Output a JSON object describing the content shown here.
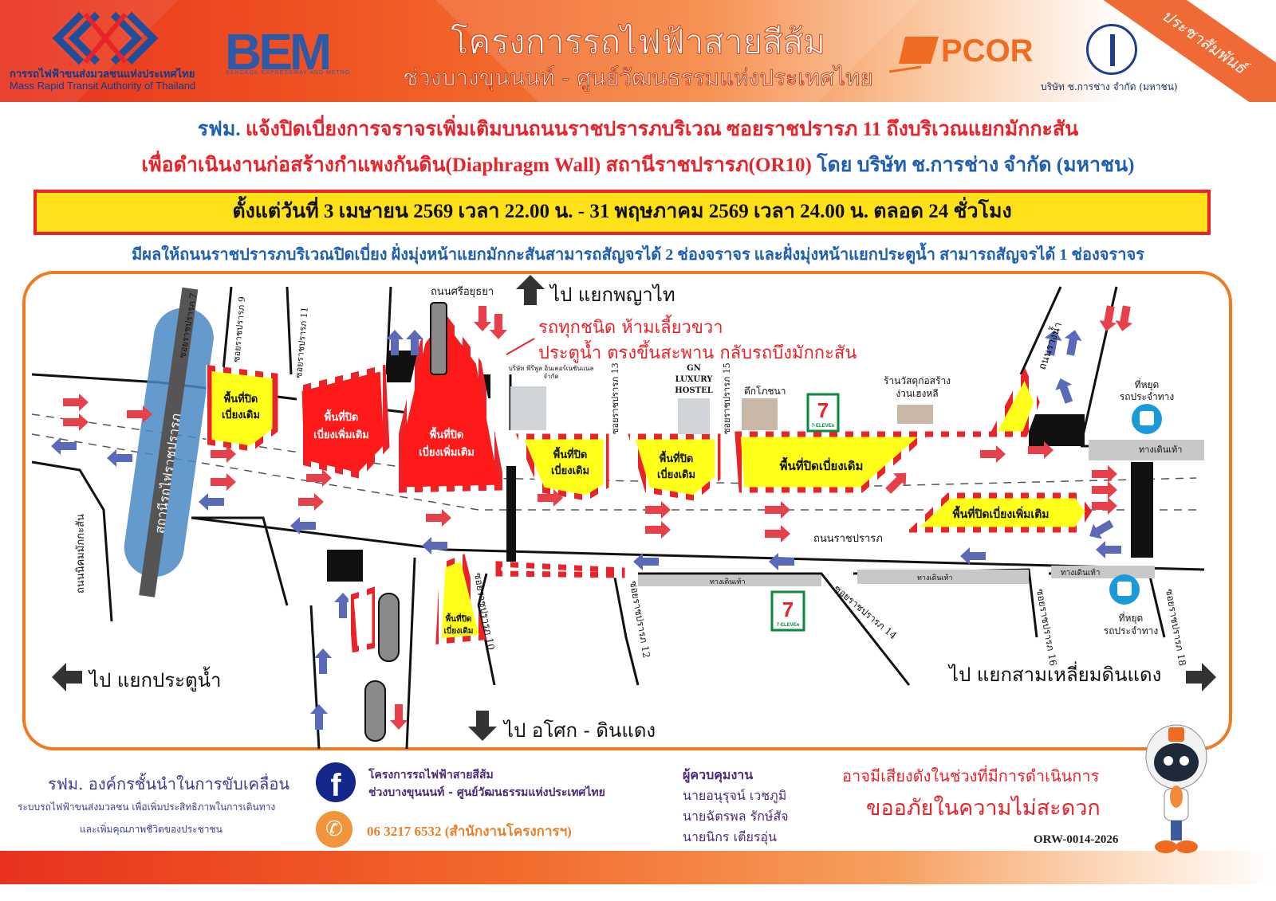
{
  "header": {
    "mrta_name_th": "การรถไฟฟ้าขนส่งมวลชนแห่งประเทศไทย",
    "mrta_name_en": "Mass Rapid Transit Authority of Thailand",
    "bem_logo": "BEM",
    "bem_sub": "BANGKOK EXPRESSWAY AND METRO",
    "project_title": "โครงการรถไฟฟ้าสายสีส้ม",
    "project_section": "ช่วงบางขุนนนท์ - ศูนย์วัฒนธรรมแห่งประเทศไทย",
    "pcor_logo": "PCOR",
    "contractor_caption": "บริษัท ช.การช่าง จำกัด (มหาชน)",
    "ribbon": "ประชาสัมพันธ์"
  },
  "notice": {
    "line1_prefix": "รฟม.",
    "line1": " แจ้งปิดเบี่ยงการจราจรเพิ่มเติมบนถนนราชปรารภบริเวณ ซอยราชปรารภ 11 ถึงบริเวณแยกมักกะสัน",
    "line2": "เพื่อดำเนินงานก่อสร้างกำแพงกันดิน(Diaphragm Wall) สถานีราชปรารภ(OR10)",
    "line2_suffix": " โดย บริษัท ช.การช่าง จำกัด (มหาชน)",
    "date_range": "ตั้งแต่วันที่ 3 เมษายน 2569 เวลา 22.00 น.  - 31 พฤษภาคม 2569  เวลา 24.00 น. ตลอด 24 ชั่วโมง",
    "effect": "มีผลให้ถนนราชปรารภบริเวณปิดเบี่ยง ฝั่งมุ่งหน้าแยกมักกะสันสามารถสัญจรได้ 2 ช่องจราจร และฝั่งมุ่งหน้าแยกประตูน้ำ สามารถสัญจรได้ 1 ช่องจราจร"
  },
  "map": {
    "to_north": "ไป แยกพญาไท",
    "to_west": "ไป แยกประตูน้ำ",
    "to_south": "ไป อโศก - ดินแดง",
    "to_east": "ไป แยกสามเหลี่ยมดินแดง",
    "warning_line1": "รถทุกชนิด ห้ามเลี้ยวขวา",
    "warning_line2": "ประตูน้ำ ตรงขึ้นสะพาน กลับรถบึงมักกะสัน",
    "roads": {
      "main": "ถนนราชปรารภ",
      "si_ayutthaya": "ถนนศรีอยุธยา",
      "rang_nam": "ถนนรางน้ำ",
      "nikhom_makkasan": "ถนนนิคมมักกะสัน",
      "soi7": "ซอยราชปรารภ 7",
      "soi9": "ซอยราชปรารภ 9",
      "soi11": "ซอยราชปรารภ 11",
      "soi13": "ซอยราชปรารภ 13",
      "soi15": "ซอยราชปรารภ 15",
      "soi10": "ซอยราชปรารภ 10",
      "soi12": "ซอยราชปรารภ 12",
      "soi14": "ซอยราชปรารภ 14",
      "soi16": "ซอยราชปรารภ 16",
      "soi18": "ซอยราชปรารภ 18"
    },
    "station": "สถานีรถไฟราชปรารภ",
    "landmarks": {
      "company": "บริษัท พีรีพูล อินเตอร์เนชั่นแนล จำกัด",
      "hostel": [
        "GN",
        "LUXURY",
        "HOSTEL"
      ],
      "tower": "ตึกโภชนา",
      "store": [
        "ร้านวัสดุก่อสร้าง",
        "ง่วนเฮงหลี"
      ],
      "seven_eleven": "7-ELEVEn"
    },
    "bus_stop": [
      "ที่หยุด",
      "รถประจำทาง"
    ],
    "sidewalk": "ทางเดินเท้า",
    "closure_existing": [
      "พื้นที่ปิด",
      "เบี่ยงเดิม"
    ],
    "closure_existing_long": "พื้นที่ปิดเบี่ยงเดิม",
    "closure_additional": [
      "พื้นที่ปิด",
      "เบี่ยงเพิ่มเติม"
    ],
    "closure_additional_long": "พื้นที่ปิดเบี่ยงเพิ่มเติม",
    "colors": {
      "existing": "#ffff1a",
      "additional": "#ff1a1a",
      "inbound": "#e8404a",
      "outbound": "#5a6ab8"
    }
  },
  "footer": {
    "slogan": "รฟม. องค์กรชั้นนำในการขับเคลื่อน",
    "slogan2": "ระบบรถไฟฟ้าขนส่งมวลชน เพื่อเพิ่มประสิทธิภาพในการเดินทาง",
    "slogan3": "และเพิ่มคุณภาพชีวิตของประชาชน",
    "facebook_line1": "โครงการรถไฟฟ้าสายสีส้ม",
    "facebook_line2": "ช่วงบางขุนนนท์ - ศูนย์วัฒนธรรมแห่งประเทศไทย",
    "phone": "06 3217 6532 (สำนักงานโครงการฯ)",
    "supervisor_title": "ผู้ควบคุมงาน",
    "supervisors": [
      "นายอนุรุจน์ เวชภูมิ",
      "นายฉัตรพล รักษ์สัจ",
      "นายนิกร เตียรอุ่น"
    ],
    "apology1": "อาจมีเสียงดังในช่วงที่มีการดำเนินการ",
    "apology2": "ขออภัยในความไม่สะดวก",
    "doc_code": "ORW-0014-2026"
  }
}
